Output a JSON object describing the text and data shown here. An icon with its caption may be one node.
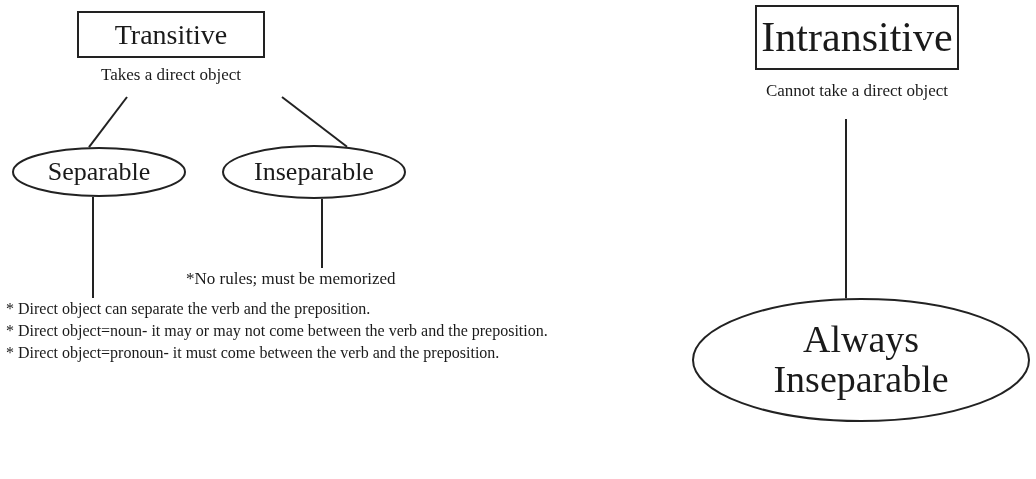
{
  "diagram": {
    "nodes": [
      {
        "text": [
          "Transitive",
          "Takes a direct object"
        ]
      },
      {
        "text": [
          "Separable"
        ]
      },
      {
        "text": [
          "Inseparable"
        ]
      },
      {
        "text": [
          "*No rules; must be memorized"
        ]
      },
      {
        "text": [
          "* Direct object can separate the verb and the preposition.",
          "* Direct object=noun- it may or may not come between the verb and the preposition.",
          "* Direct object=pronoun- it must come between the verb and the preposition."
        ]
      },
      {
        "text": [
          "Intransitive",
          "Cannot take a direct object"
        ]
      },
      {
        "text": [
          "Always Inseparable"
        ]
      }
    ],
    "edges": [
      {
        "from": 0,
        "to": 1,
        "arrow": "none"
      },
      {
        "from": 0,
        "to": 2,
        "arrow": "none"
      },
      {
        "from": 1,
        "to": 4,
        "arrow": "none"
      },
      {
        "from": 2,
        "to": 3,
        "arrow": "none"
      },
      {
        "from": 5,
        "to": 6,
        "arrow": "none"
      }
    ]
  }
}
